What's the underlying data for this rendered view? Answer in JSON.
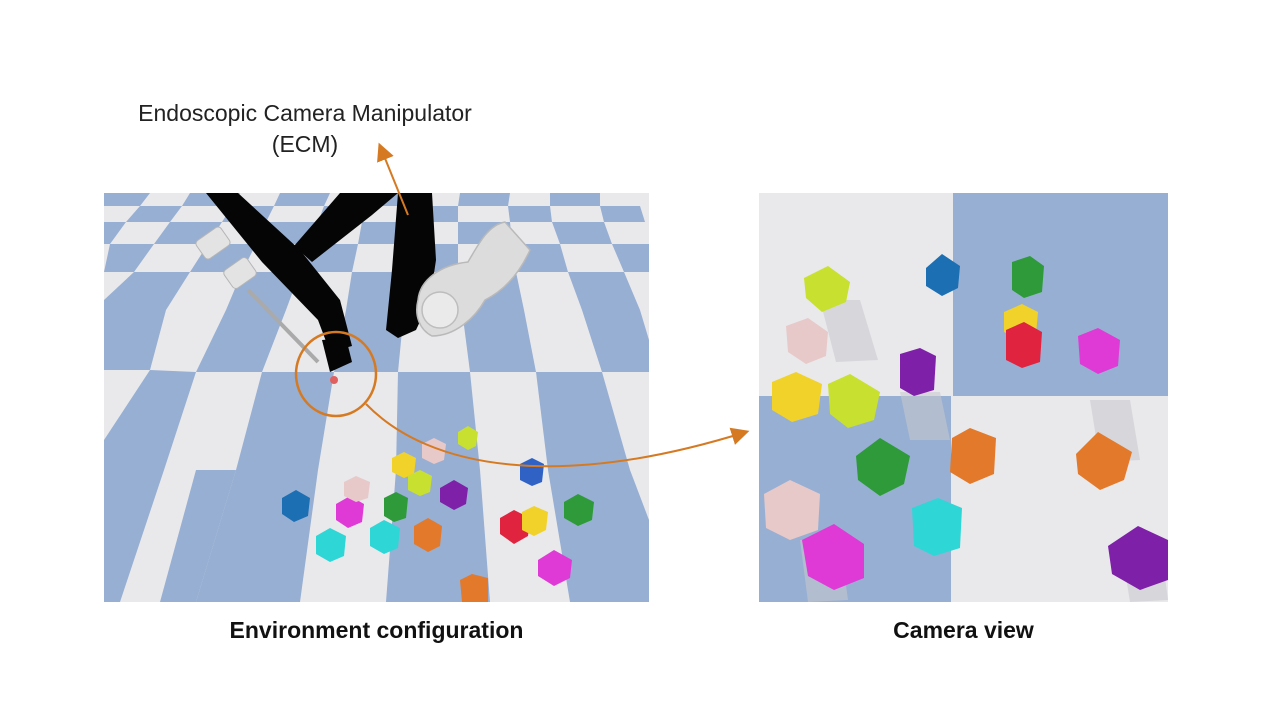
{
  "annotation": {
    "line1": "Endoscopic Camera Manipulator",
    "line2": "(ECM)"
  },
  "captions": {
    "left": "Environment configuration",
    "right": "Camera view"
  },
  "colors": {
    "floor_blue": "#97afd3",
    "floor_white": "#e9e9ec",
    "arrow_orange": "#d57a22",
    "arm_black": "#050505",
    "arm_white": "#dcdcdc"
  },
  "cube_colors": [
    "#2f62c4",
    "#e7c9c9",
    "#e03ad6",
    "#2e9a3a",
    "#f0d22a",
    "#c8e02f",
    "#7e20a8",
    "#e3792a",
    "#2fd6d6",
    "#e0233f",
    "#1b6fb2"
  ]
}
